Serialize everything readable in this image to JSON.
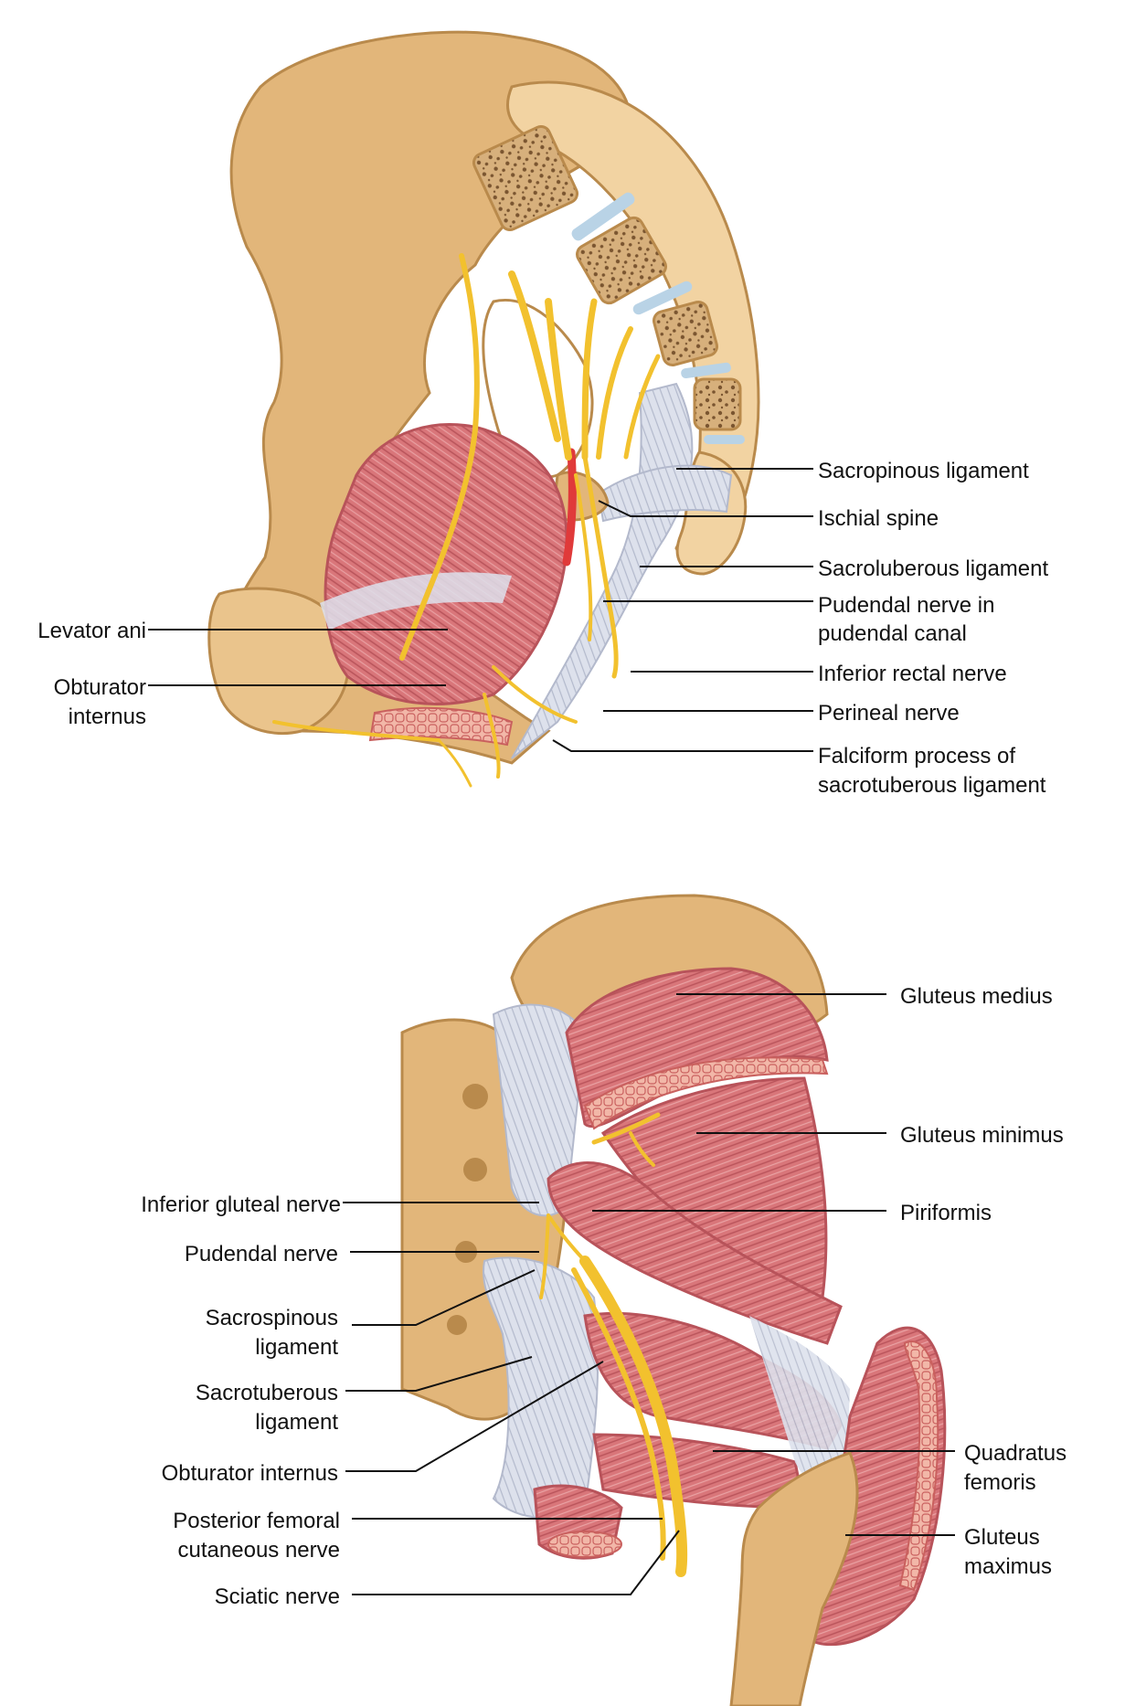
{
  "colors": {
    "bone": "#E2B67A",
    "bone_dark": "#B98A4C",
    "bone_light": "#F2D3A2",
    "cancellous": "#C9A06A",
    "disc": "#B9D3E6",
    "muscle": "#D9767A",
    "muscle_dark": "#B8535A",
    "muscle_light": "#EBA2A4",
    "ligament": "#DDE1EC",
    "ligament_dark": "#B3B9CC",
    "nerve": "#F2C12E",
    "nerve_dark": "#C99A10",
    "artery": "#E03A3A",
    "leader": "#111111"
  },
  "top_figure": {
    "labels": {
      "sacrospinous": "Sacropinous ligament",
      "ischial_spine": "Ischial spine",
      "sacroluberous": "Sacroluberous ligament",
      "pudendal_canal_1": "Pudendal nerve in",
      "pudendal_canal_2": "pudendal canal",
      "inferior_rectal": "Inferior rectal nerve",
      "perineal": "Perineal nerve",
      "falciform_1": "Falciform process of",
      "falciform_2": "sacrotuberous ligament",
      "levator_ani": "Levator ani",
      "obturator_1": "Obturator",
      "obturator_2": "internus"
    }
  },
  "bottom_figure": {
    "labels": {
      "gluteus_medius": "Gluteus medius",
      "gluteus_minimus": "Gluteus minimus",
      "piriformis": "Piriformis",
      "quadratus_1": "Quadratus",
      "quadratus_2": "femoris",
      "gluteus_maximus_1": "Gluteus",
      "gluteus_maximus_2": "maximus",
      "inferior_gluteal": "Inferior gluteal nerve",
      "pudendal": "Pudendal nerve",
      "sacrospinous_1": "Sacrospinous",
      "sacrospinous_2": "ligament",
      "sacrotuberous_1": "Sacrotuberous",
      "sacrotuberous_2": "ligament",
      "obturator": "Obturator internus",
      "post_fem_1": "Posterior femoral",
      "post_fem_2": "cutaneous nerve",
      "sciatic": "Sciatic nerve"
    }
  }
}
